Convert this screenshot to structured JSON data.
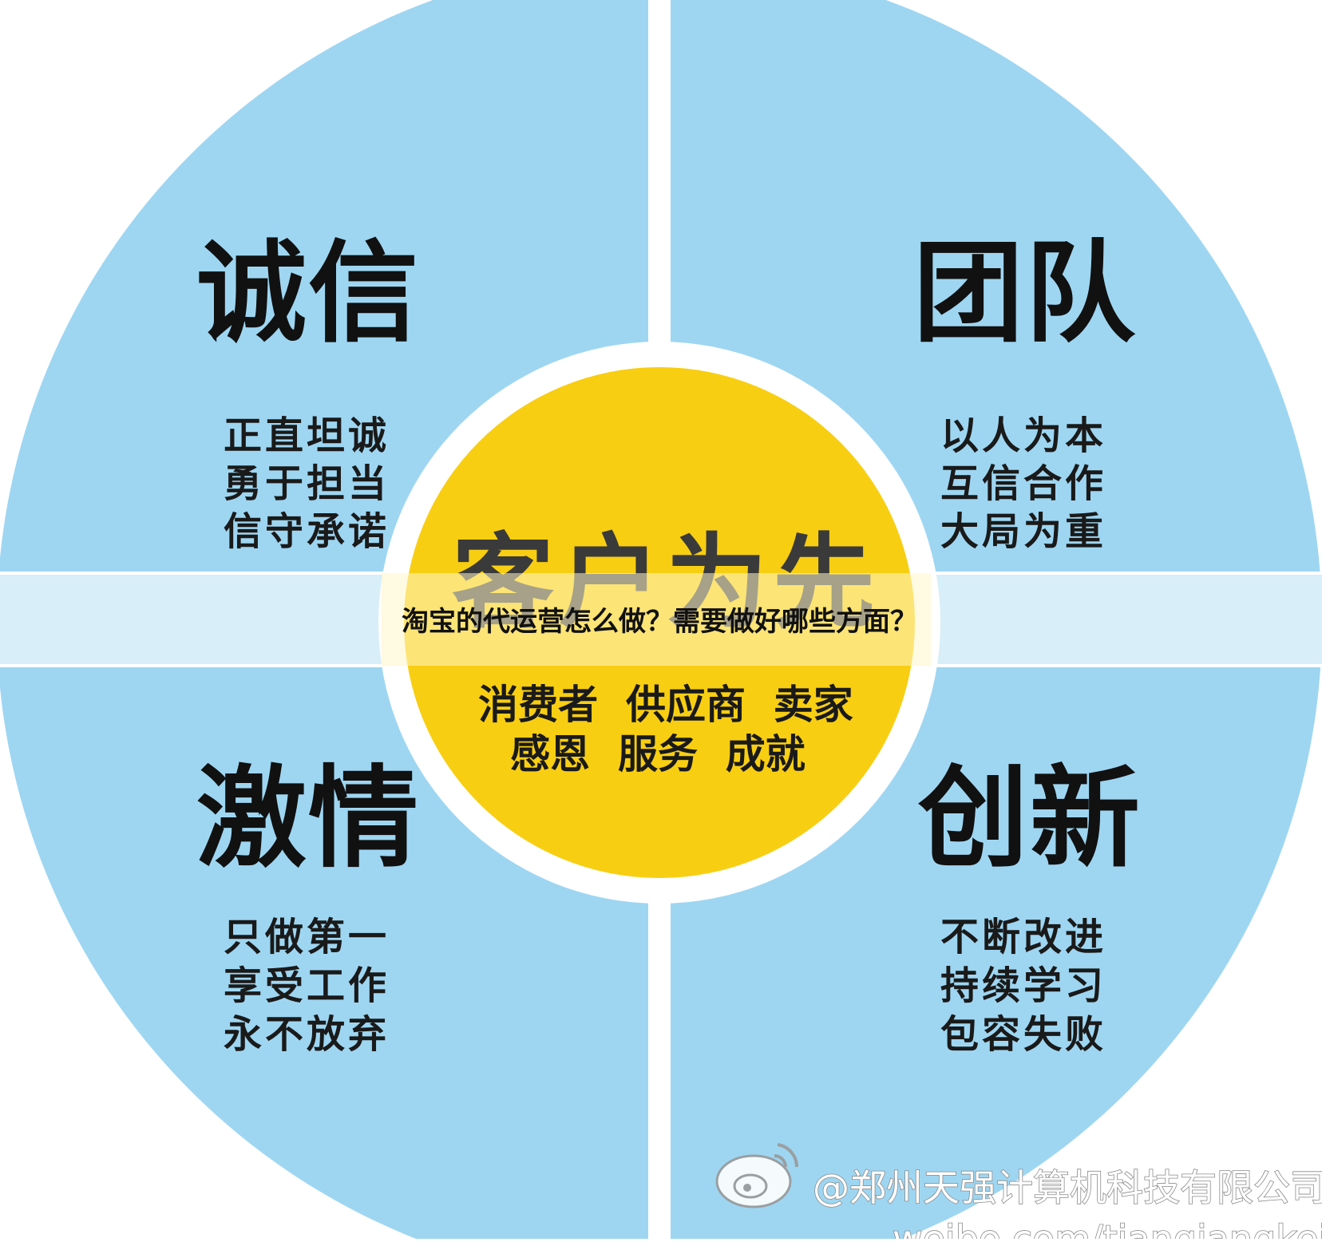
{
  "diagram": {
    "colors": {
      "quadrant_fill": "#9ed6f2",
      "center_fill": "#f8ce12",
      "ring": "#ffffff",
      "band": "#d8eef9"
    },
    "quadrants": {
      "top_left": {
        "title": "诚信",
        "lines": [
          "正直坦诚",
          "勇于担当",
          "信守承诺"
        ]
      },
      "top_right": {
        "title": "团队",
        "lines": [
          "以人为本",
          "互信合作",
          "大局为重"
        ]
      },
      "bottom_left": {
        "title": "激情",
        "lines": [
          "只做第一",
          "享受工作",
          "永不放弃"
        ]
      },
      "bottom_right": {
        "title": "创新",
        "lines": [
          "不断改进",
          "持续学习",
          "包容失败"
        ]
      }
    },
    "center": {
      "title": "客户为先",
      "line1": "消费者  供应商  卖家",
      "line2": "感恩  服务  成就"
    }
  },
  "banner": {
    "text": "淘宝的代运营怎么做？需要做好哪些方面？"
  },
  "watermark": {
    "icon": "weibo-icon",
    "account": "@郑州天强计算机科技有限公司",
    "url": "weibo.com/tianqiangkeji"
  }
}
